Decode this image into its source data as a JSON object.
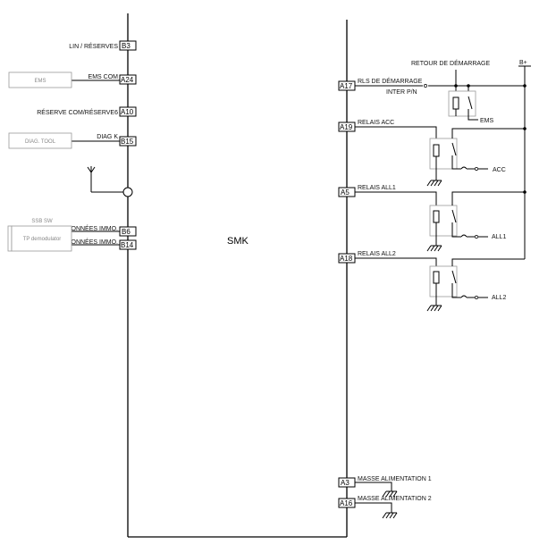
{
  "module": {
    "title": "SMK"
  },
  "left_pins": [
    {
      "id": "B3",
      "label": "LIN / RÉSERVES"
    },
    {
      "id": "A24",
      "label": "EMS COM"
    },
    {
      "id": "A10",
      "label": "RÉSERVE COM/RÉSERVE6"
    },
    {
      "id": "B15",
      "label": "DIAG K"
    },
    {
      "id": "B6",
      "label": "DONNÉES IMMO."
    },
    {
      "id": "B14",
      "label": "DONNÉES IMMO."
    }
  ],
  "left_devices": {
    "ems": "EMS",
    "diag_tool": "DIAG. TOOL",
    "imm_header": "SSB SW",
    "imm_box": "TP demodulator"
  },
  "right_pins": [
    {
      "id": "A17",
      "label": "RLS DE DÉMARRAGE"
    },
    {
      "id": "A19",
      "label": "RELAIS ACC"
    },
    {
      "id": "A5",
      "label": "RELAIS ALL1"
    },
    {
      "id": "A18",
      "label": "RELAIS ALL2"
    },
    {
      "id": "A3",
      "label": "MASSE ALIMENTATION 1"
    },
    {
      "id": "A16",
      "label": "MASSE ALIMENTATION 2"
    }
  ],
  "right_labels": {
    "retour": "RETOUR DE DÉMARRAGE",
    "inter": "INTER P/N",
    "ems": "EMS",
    "supply": "B+",
    "acc": "ACC",
    "all1": "ALL1",
    "all2": "ALL2"
  }
}
